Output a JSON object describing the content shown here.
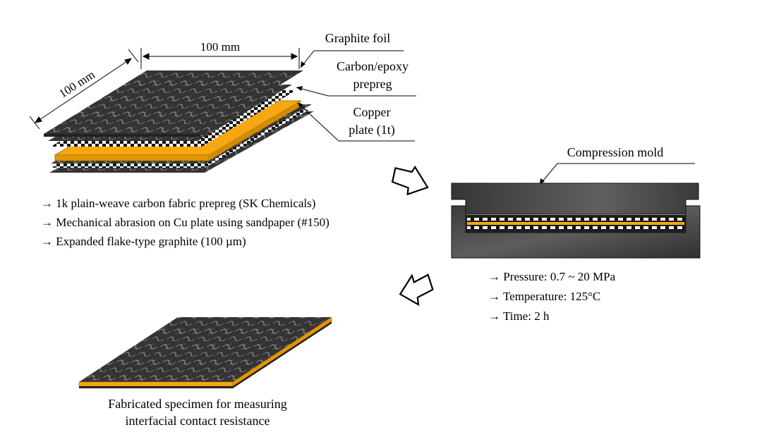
{
  "dimensions": {
    "width_label": "100 mm",
    "depth_label": "100 mm"
  },
  "callouts": {
    "graphite_foil": "Graphite foil",
    "prepreg_line1": "Carbon/epoxy",
    "prepreg_line2": "prepreg",
    "copper_line1": "Copper",
    "copper_line2": "plate (1t)",
    "mold": "Compression mold"
  },
  "materials_notes": [
    "1k plain-weave  carbon fabric prepreg (SK Chemicals)",
    "Mechanical abrasion on Cu plate using sandpaper (#150)",
    "Expanded flake-type  graphite (100 µm)"
  ],
  "process_conditions": [
    "Pressure: 0.7 ~ 20 MPa",
    "Temperature: 125°C",
    "Time: 2 h"
  ],
  "specimen_caption": {
    "line1": "Fabricated specimen for measuring",
    "line2": "interfacial contact resistance"
  },
  "bullet_glyph": "→",
  "colors": {
    "copper": "#f5a814",
    "copper_edge": "#b37400",
    "fabric": "#3a3a3a",
    "mold_dark": "#2e2e2e",
    "mold_light": "#5e5e5e"
  }
}
